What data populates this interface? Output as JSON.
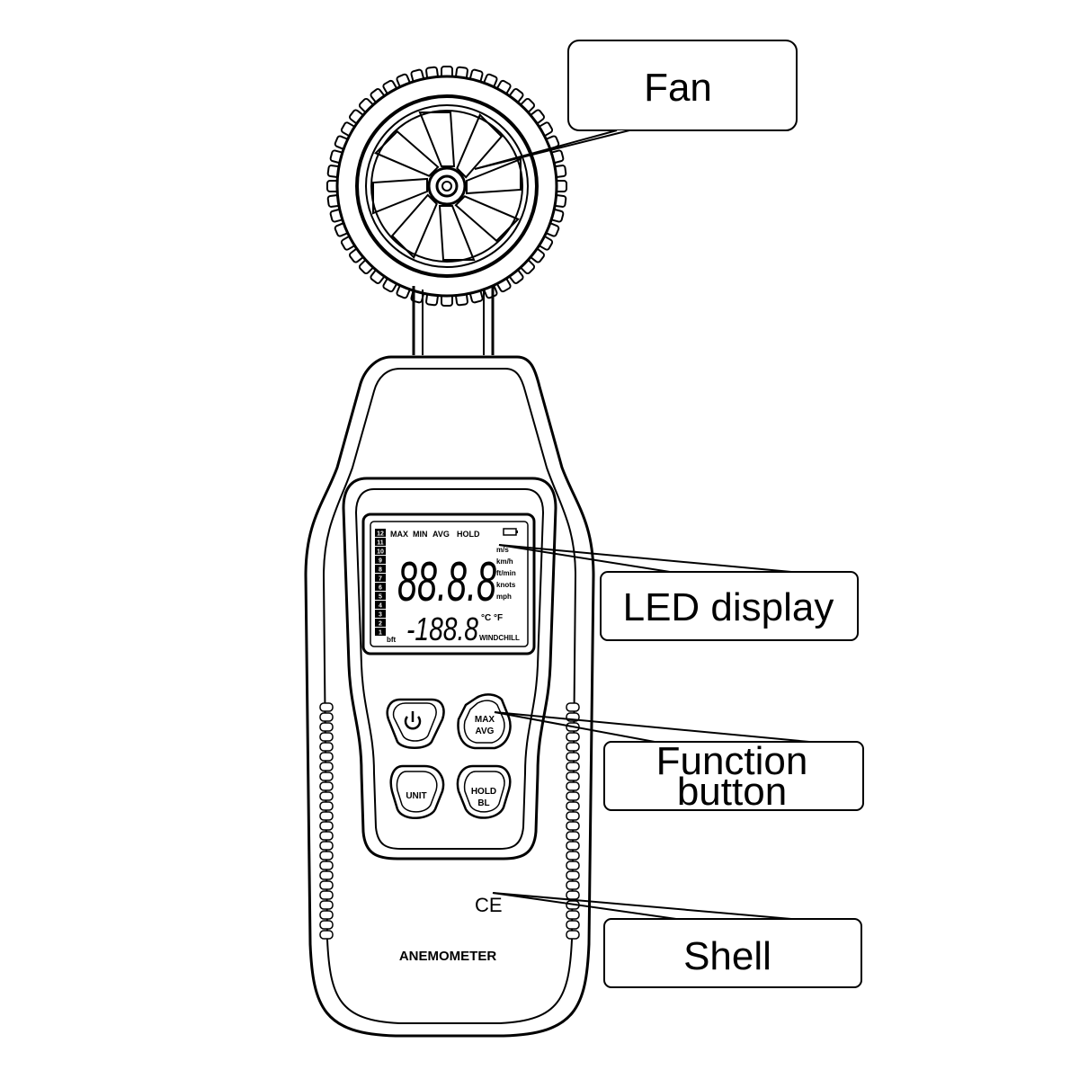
{
  "callouts": {
    "fan": "Fan",
    "led_display": "LED display",
    "function_button_line1": "Function",
    "function_button_line2": "button",
    "shell": "Shell"
  },
  "lcd": {
    "top_modes": [
      "MAX",
      "MIN",
      "AVG",
      "HOLD"
    ],
    "scale": [
      "12",
      "11",
      "10",
      "9",
      "8",
      "7",
      "6",
      "5",
      "4",
      "3",
      "2",
      "1"
    ],
    "scale_unit": "bft",
    "main_digits": "88.8.8",
    "units": [
      "m/s",
      "km/h",
      "ft/min",
      "knots",
      "mph"
    ],
    "sub_digits": "-188.8",
    "temp_units": "°C °F",
    "windchill": "WINDCHILL"
  },
  "buttons": {
    "max_avg_line1": "MAX",
    "max_avg_line2": "AVG",
    "unit": "UNIT",
    "hold_bl_line1": "HOLD",
    "hold_bl_line2": "BL"
  },
  "device": {
    "ce_mark": "CE",
    "name": "ANEMOMETER"
  }
}
